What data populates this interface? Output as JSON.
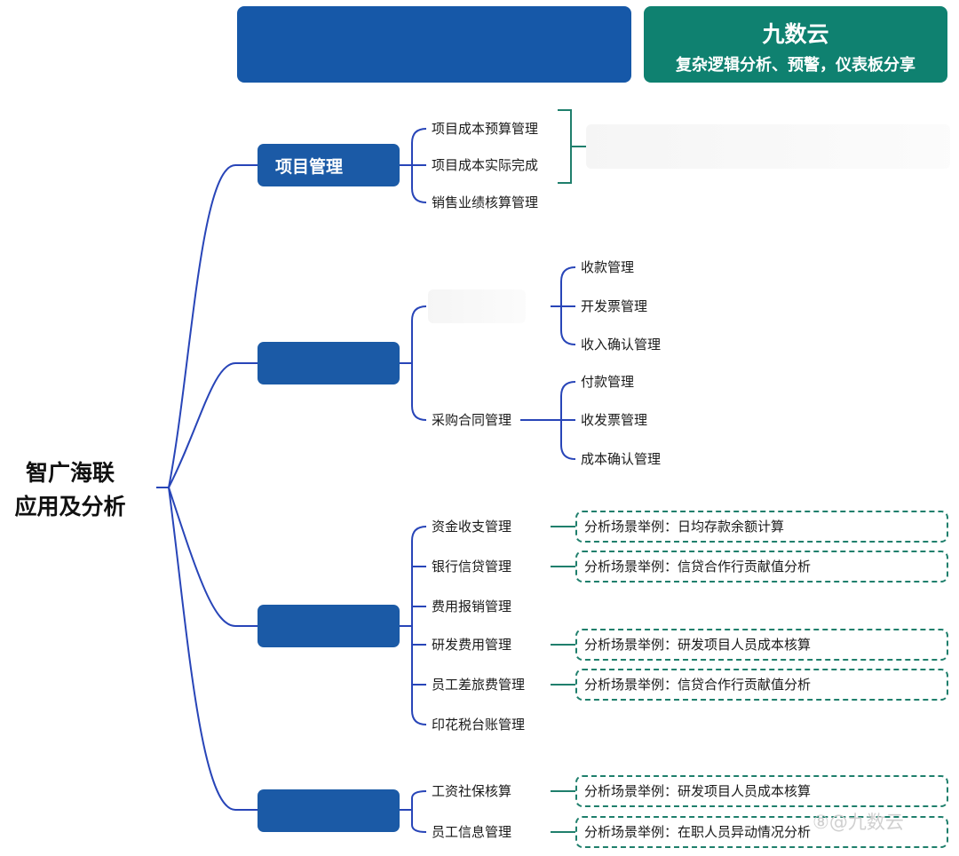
{
  "brand": {
    "name": "九数云",
    "tagline": "复杂逻辑分析、预警，仪表板分享"
  },
  "root": {
    "line1": "智广海联",
    "line2": "应用及分析"
  },
  "branch1": {
    "label": "项目管理",
    "items": [
      "项目成本预算管理",
      "项目成本实际完成",
      "销售业绩核算管理"
    ]
  },
  "branch2": {
    "label": "",
    "sub_b": "采购合同管理",
    "sales_children": [
      "收款管理",
      "开发票管理",
      "收入确认管理"
    ],
    "purchase_children": [
      "付款管理",
      "收发票管理",
      "成本确认管理"
    ]
  },
  "branch3": {
    "label": "",
    "items": [
      "资金收支管理",
      "银行信贷管理",
      "费用报销管理",
      "研发费用管理",
      "员工差旅费管理",
      "印花税台账管理"
    ],
    "examples": [
      "分析场景举例：日均存款余额计算",
      "分析场景举例：信贷合作行贡献值分析",
      "分析场景举例：研发项目人员成本核算",
      "分析场景举例：信贷合作行贡献值分析"
    ]
  },
  "branch4": {
    "label": "",
    "items": [
      "工资社保核算",
      "员工信息管理"
    ],
    "examples": [
      "分析场景举例：研发项目人员成本核算",
      "分析场景举例：在职人员异动情况分析"
    ]
  },
  "watermark": "⑧@九数云",
  "colors": {
    "line": "#2845b8",
    "branch": "#1b5aa6",
    "brand": "#0f8170",
    "dash": "#1f7f6c"
  }
}
